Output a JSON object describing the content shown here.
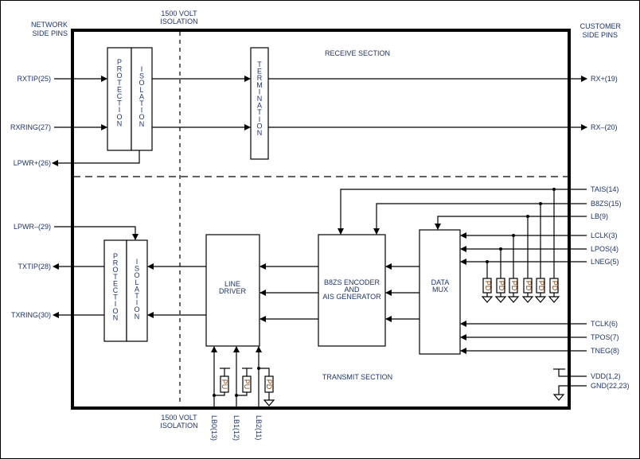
{
  "labels": {
    "network_side": [
      "NETWORK",
      "SIDE PINS"
    ],
    "customer_side": [
      "CUSTOMER",
      "SIDE PINS"
    ],
    "isolation_top": [
      "1500 VOLT",
      "ISOLATION"
    ],
    "isolation_bottom": [
      "1500 VOLT",
      "ISOLATION"
    ],
    "receive_section": "RECEIVE SECTION",
    "transmit_section": "TRANSMIT SECTION"
  },
  "blocks": {
    "protection": "PROTECTION",
    "isolation": "ISOLATION",
    "termination": "TERMINATION",
    "line_driver": [
      "LINE",
      "DRIVER"
    ],
    "encoder": [
      "B8ZS ENCODER",
      "AND",
      "AIS GENERATOR"
    ],
    "data_mux": [
      "DATA",
      "MUX"
    ],
    "pd": "PD",
    "pu": "PU"
  },
  "pins_left": {
    "rxtip": "RXTIP(25)",
    "rxring": "RXRING(27)",
    "lpwr_plus": "LPWR+(26)",
    "lpwr_minus": "LPWR–(29)",
    "txtip": "TXTIP(28)",
    "txring": "TXRING(30)"
  },
  "pins_right": {
    "rx_plus": "RX+(19)",
    "rx_minus": "RX–(20)",
    "tais": "TAIS(14)",
    "b8zs": "B8ZS(15)",
    "lb": "LB(9)",
    "lclk": "LCLK(3)",
    "lpos": "LPOS(4)",
    "lneg": "LNEG(5)",
    "tclk": "TCLK(6)",
    "tpos": "TPOS(7)",
    "tneg": "TNEG(8)",
    "vdd": "VDD(1,2)",
    "gnd": "GND(22,23)"
  },
  "pins_bottom": {
    "lb0": "LB0(13)",
    "lb1": "LB1(12)",
    "lb2": "LB2(11)"
  }
}
